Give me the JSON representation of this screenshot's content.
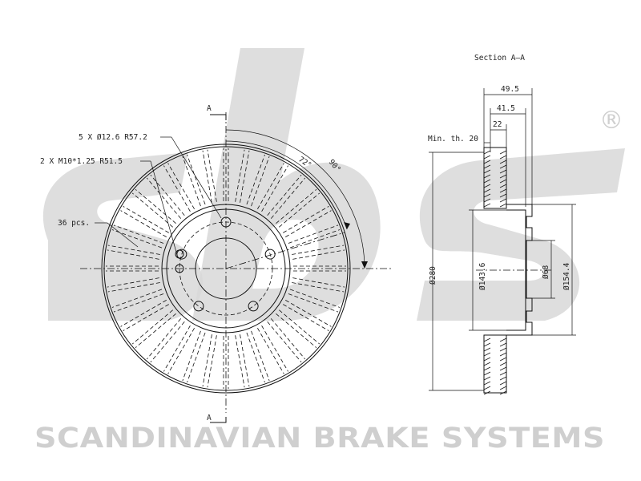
{
  "watermark": {
    "brand": "SCANDINAVIAN BRAKE SYSTEMS",
    "registered": "®",
    "color": "#cfcfcf"
  },
  "front_view": {
    "hole_callout": "5 X Ø12.6 R57.2",
    "thread_callout": "2 X M10*1.25 R51.5",
    "vane_count": "36 pcs.",
    "angle_1": "72°",
    "angle_2": "90°",
    "section_marker_top": "A",
    "section_marker_bottom": "A"
  },
  "section_view": {
    "title": "Section A–A",
    "min_thickness": "Min. th. 20",
    "width_total": "49.5",
    "width_hat": "41.5",
    "width_disc": "22",
    "dia_outer": "Ø280",
    "dia_hat": "Ø143.6",
    "dia_center": "Ø68",
    "dia_hat_outer": "Ø154.4"
  }
}
